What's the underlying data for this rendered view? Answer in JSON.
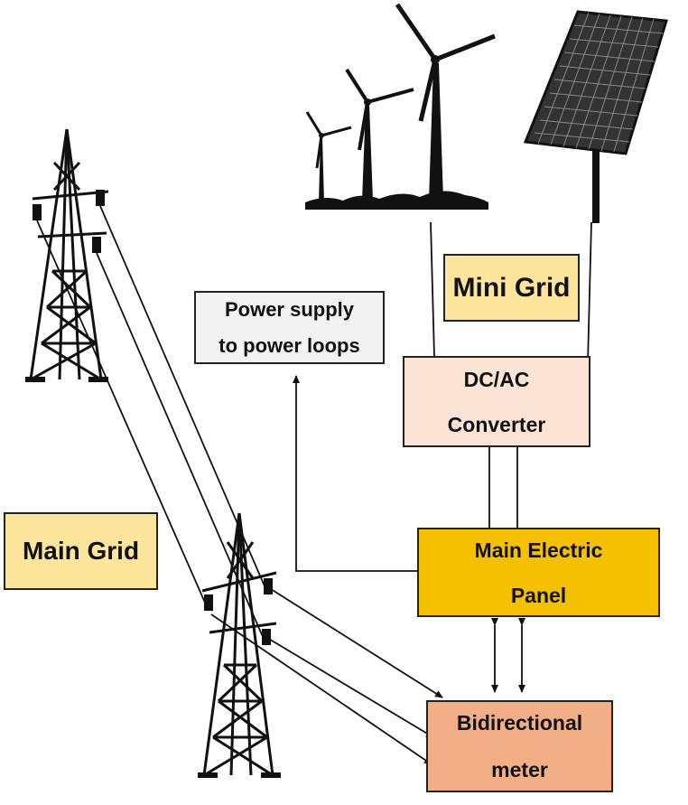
{
  "labels": {
    "mini_grid": "Mini Grid",
    "main_grid": "Main Grid",
    "power_supply_line1": "Power supply",
    "power_supply_line2": "to power loops",
    "converter_line1": "DC/AC",
    "converter_line2": "Converter",
    "panel_line1": "Main Electric",
    "panel_line2": "Panel",
    "meter_line1": "Bidirectional",
    "meter_line2": "meter"
  },
  "colors": {
    "mini_grid_fill": "#fde69b",
    "main_grid_fill": "#fde69b",
    "power_supply_fill": "#f3f3f3",
    "converter_fill": "#fbe3d6",
    "panel_fill": "#f5c000",
    "meter_fill": "#f2ae87",
    "line": "#111111"
  },
  "icons": [
    "wind-turbines-icon",
    "solar-panel-icon",
    "transmission-tower-icon"
  ]
}
